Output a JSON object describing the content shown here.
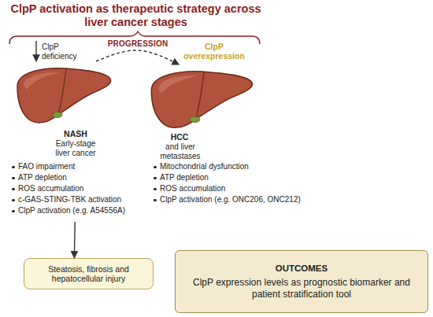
{
  "diagram": {
    "title": "ClpP activation as therapeutic strategy across liver cancer stages",
    "nodes": [
      {
        "text": [
          "NASH",
          "Early-stage liver cancer",
          "FAO impairment",
          "ATP depletion",
          "ROS accumulation",
          "c-GAS-STING-TBK activation",
          "ClpP activation (e.g. A54556A)"
        ]
      },
      {
        "text": [
          "HCC",
          "and liver metastases",
          "Mitochondrial dysfunction",
          "ATP depletion",
          "ROS accumulation",
          "ClpP activation (e.g. ONC206, ONC212)"
        ]
      },
      {
        "text": [
          "Steatosis, fibrosis and hepatocellular injury"
        ]
      },
      {
        "text": [
          "OUTCOMES",
          "ClpP expression levels as prognostic biomarker and patient stratification tool"
        ]
      }
    ],
    "edges": [
      {
        "from": 0,
        "to": 1,
        "arrow": "to"
      },
      {
        "from": 0,
        "to": 2,
        "arrow": "to"
      }
    ],
    "labels": [
      "PROGRESSION",
      "ClpP deficiency",
      "ClpP overexpression"
    ]
  }
}
